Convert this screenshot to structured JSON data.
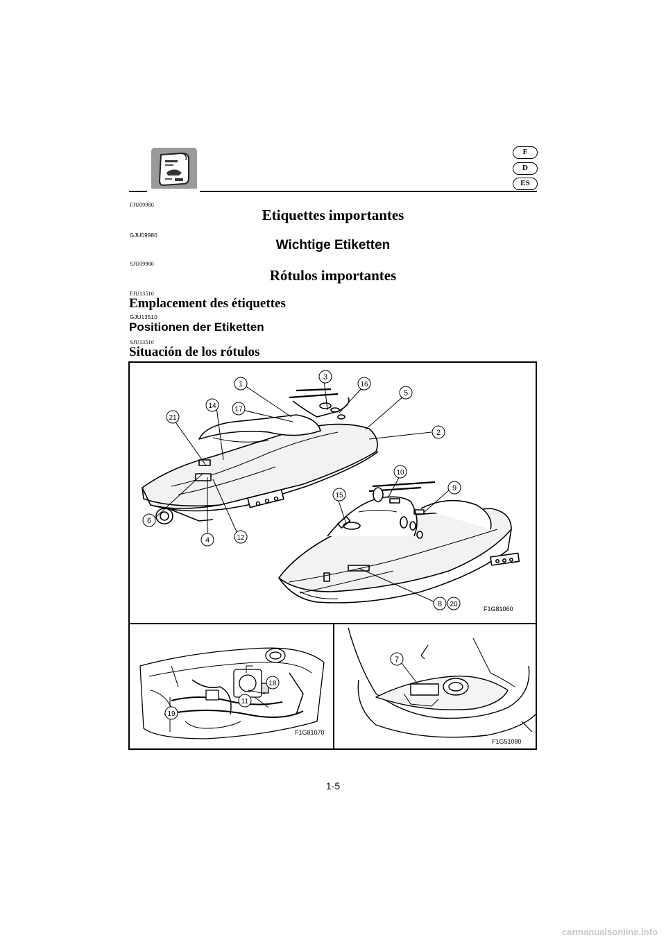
{
  "header": {
    "languages": [
      "F",
      "D",
      "ES"
    ]
  },
  "sections": [
    {
      "code": "FJU09980",
      "title": "Etiquettes importantes"
    },
    {
      "code": "GJU09980",
      "title": "Wichtige Etiketten"
    },
    {
      "code": "SJU09980",
      "title": "Rótulos importantes"
    }
  ],
  "subsections": [
    {
      "code": "FJU13510",
      "title": "Emplacement des étiquettes"
    },
    {
      "code": "GJU13510",
      "title": "Positionen der Etiketten"
    },
    {
      "code": "SJU13510",
      "title": "Situación de los rótulos"
    }
  ],
  "figure": {
    "main_code": "F1G81060",
    "bottom_left_code": "F1G81070",
    "bottom_right_code": "F1G51080",
    "callouts_main": [
      "1",
      "2",
      "3",
      "4",
      "5",
      "6",
      "8",
      "9",
      "10",
      "12",
      "14",
      "15",
      "16",
      "17",
      "20",
      "21"
    ],
    "callouts_left": [
      "11",
      "18",
      "19"
    ],
    "callouts_right": [
      "7"
    ]
  },
  "footer": {
    "page_number": "1-5",
    "watermark": "carmanualsonline.info"
  }
}
